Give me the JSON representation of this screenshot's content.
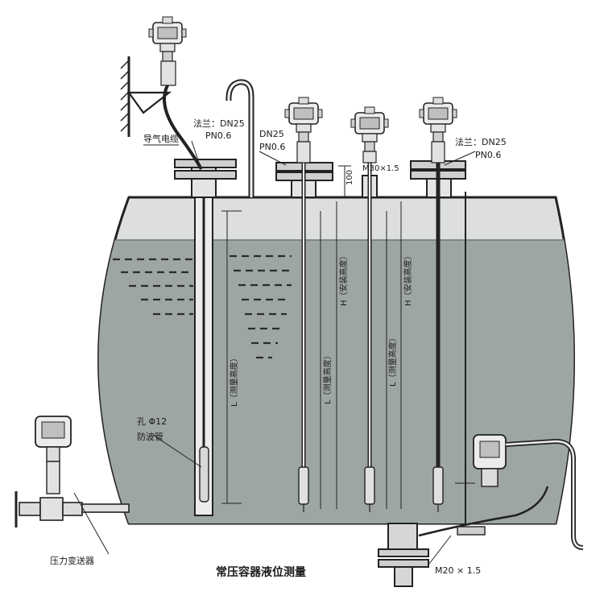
{
  "title": "常压容器液位测量",
  "labels": {
    "flange_left_1": "法兰：DN25",
    "flange_left_2": "PN0.6",
    "cable": "导气电缆",
    "flange_mid_1": "DN25",
    "flange_mid_2": "PN0.6",
    "dim_100": "100",
    "thread_top": "M30×1.5",
    "flange_right_1": "法兰：DN25",
    "flange_right_2": "PN0.6",
    "hole": "孔 Φ12",
    "wave_tube": "防波管",
    "pressure_transmitter": "压力变送器",
    "thread_bottom": "M20 × 1.5",
    "L_measure": "L（测量高度）",
    "H_install": "H（安装高度）"
  },
  "colors": {
    "liquid": "#9fa7a4",
    "tank_steel": "#d6d9d8",
    "outline": "#222222",
    "dash": "#2b2b2b"
  },
  "icons": {
    "transmitter": "transmitter-head-icon",
    "wall_bracket": "wall-bracket-icon",
    "valve": "valve-icon"
  }
}
